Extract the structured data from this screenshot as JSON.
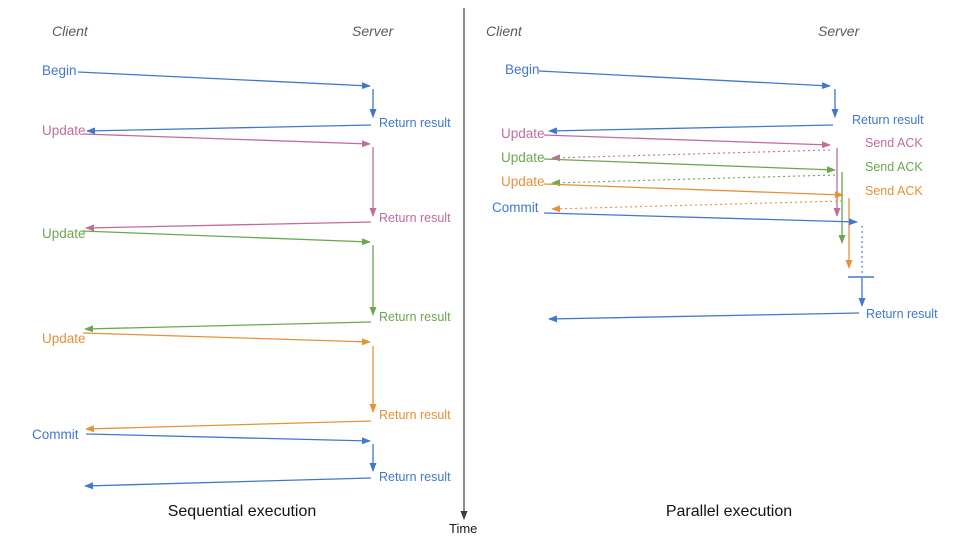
{
  "diagram": {
    "time_label": "Time",
    "colors": {
      "begin_commit_blue": "#4177cf",
      "update_pink": "#c06c9e",
      "update_green": "#6aa84f",
      "update_orange": "#e69138",
      "time_axis": "#3f3f3f",
      "lifeline_header_gray": "#5b5b5b",
      "title_black": "#131313"
    },
    "left": {
      "title": "Sequential execution",
      "client": "Client",
      "server": "Server",
      "steps": [
        {
          "request": "Begin",
          "response": "Return result",
          "color": "#4177cf"
        },
        {
          "request": "Update",
          "response": "Return result",
          "color": "#c06c9e"
        },
        {
          "request": "Update",
          "response": "Return result",
          "color": "#6aa84f"
        },
        {
          "request": "Update",
          "response": "Return result",
          "color": "#e69138"
        },
        {
          "request": "Commit",
          "response": "Return result",
          "color": "#4177cf"
        }
      ]
    },
    "right": {
      "title": "Parallel execution",
      "client": "Client",
      "server": "Server",
      "steps": [
        {
          "request": "Begin",
          "response": "Return result",
          "color": "#4177cf"
        },
        {
          "request": "Update",
          "response": "Send ACK",
          "color": "#c06c9e"
        },
        {
          "request": "Update",
          "response": "Send ACK",
          "color": "#6aa84f"
        },
        {
          "request": "Update",
          "response": "Send ACK",
          "color": "#e69138"
        },
        {
          "request": "Commit",
          "response": "Return result",
          "color": "#4177cf"
        }
      ]
    }
  }
}
